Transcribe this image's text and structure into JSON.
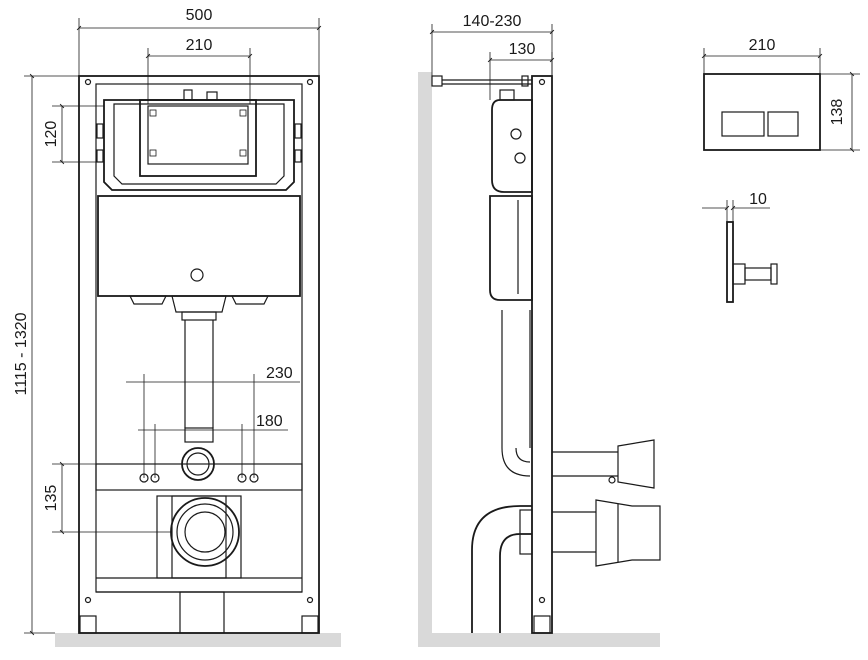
{
  "front_view": {
    "width": "500",
    "box_width": "210",
    "cistern_height": "120",
    "height_range": "1115 - 1320",
    "bolt_spacing_outer": "230",
    "bolt_spacing_inner": "180",
    "outlet_height": "135"
  },
  "side_view": {
    "depth_range": "140-230",
    "depth": "130"
  },
  "flush_plate": {
    "width": "210",
    "height": "138",
    "thickness": "10"
  }
}
